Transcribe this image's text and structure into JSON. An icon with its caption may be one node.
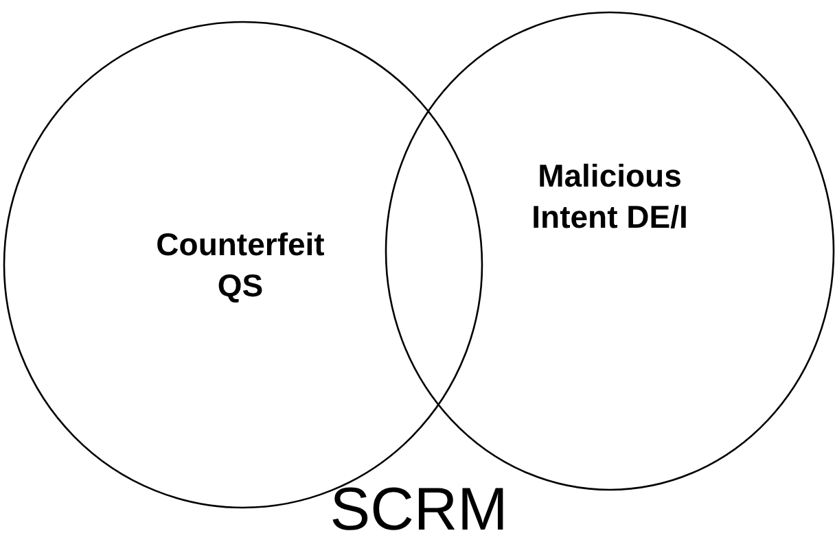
{
  "diagram": {
    "caption": "SCRM",
    "nodes": [
      {
        "text": [
          "Counterfeit QS"
        ]
      },
      {
        "text": [
          "Malicious Intent DE/I"
        ]
      }
    ],
    "edges": []
  }
}
